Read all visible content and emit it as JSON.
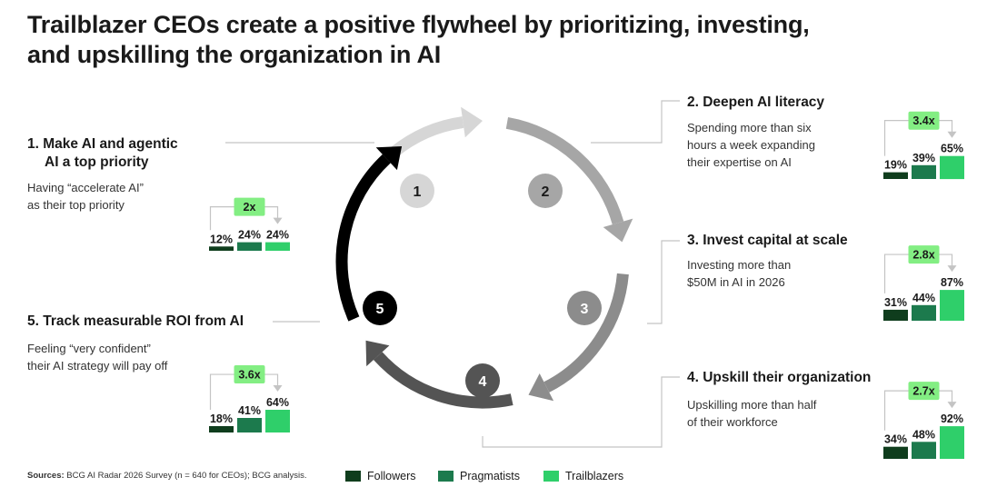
{
  "title": {
    "line1": "Trailblazer CEOs create a positive flywheel by prioritizing, investing,",
    "line2": "and upskilling the organization in AI"
  },
  "colors": {
    "followers": "#0f3d1d",
    "pragmatists": "#1c7a4d",
    "trailblazers": "#2fcf6a",
    "multiplier_bg": "#83ee83",
    "connector": "#c4c4c4",
    "cycle_arrows": [
      "#d6d6d6",
      "#a6a6a6",
      "#8c8c8c",
      "#545454",
      "#000000"
    ],
    "cycle_circles": [
      "#d6d6d6",
      "#a6a6a6",
      "#8c8c8c",
      "#545454",
      "#000000"
    ]
  },
  "cycle": {
    "numbers": [
      "1",
      "2",
      "3",
      "4",
      "5"
    ]
  },
  "blocks": [
    {
      "title_line1": "1. Make AI and agentic",
      "title_line2": "AI a top priority",
      "desc_line1": "Having “accelerate AI”",
      "desc_line2": "as their top priority",
      "multiplier": "2x",
      "values": [
        12,
        24,
        24
      ],
      "labels": [
        "12%",
        "24%",
        "24%"
      ]
    },
    {
      "title_line1": "2. Deepen AI literacy",
      "desc_line1": "Spending more than six",
      "desc_line2": "hours a week expanding",
      "desc_line3": "their expertise on AI",
      "multiplier": "3.4x",
      "values": [
        19,
        39,
        65
      ],
      "labels": [
        "19%",
        "39%",
        "65%"
      ]
    },
    {
      "title_line1": "3. Invest capital at scale",
      "desc_line1": "Investing more than",
      "desc_line2": "$50M in AI in 2026",
      "multiplier": "2.8x",
      "values": [
        31,
        44,
        87
      ],
      "labels": [
        "31%",
        "44%",
        "87%"
      ]
    },
    {
      "title_line1": "4. Upskill their organization",
      "desc_line1": "Upskilling more than half",
      "desc_line2": "of their workforce",
      "multiplier": "2.7x",
      "values": [
        34,
        48,
        92
      ],
      "labels": [
        "34%",
        "48%",
        "92%"
      ]
    },
    {
      "title_line1": "5. Track measurable ROI from AI",
      "desc_line1": "Feeling “very confident”",
      "desc_line2": "their AI strategy will pay off",
      "multiplier": "3.6x",
      "values": [
        18,
        41,
        64
      ],
      "labels": [
        "18%",
        "41%",
        "64%"
      ]
    }
  ],
  "legend": {
    "followers": "Followers",
    "pragmatists": "Pragmatists",
    "trailblazers": "Trailblazers"
  },
  "source": {
    "label": "Sources:",
    "text": " BCG AI Radar 2026 Survey (n = 640 for CEOs); BCG analysis."
  }
}
